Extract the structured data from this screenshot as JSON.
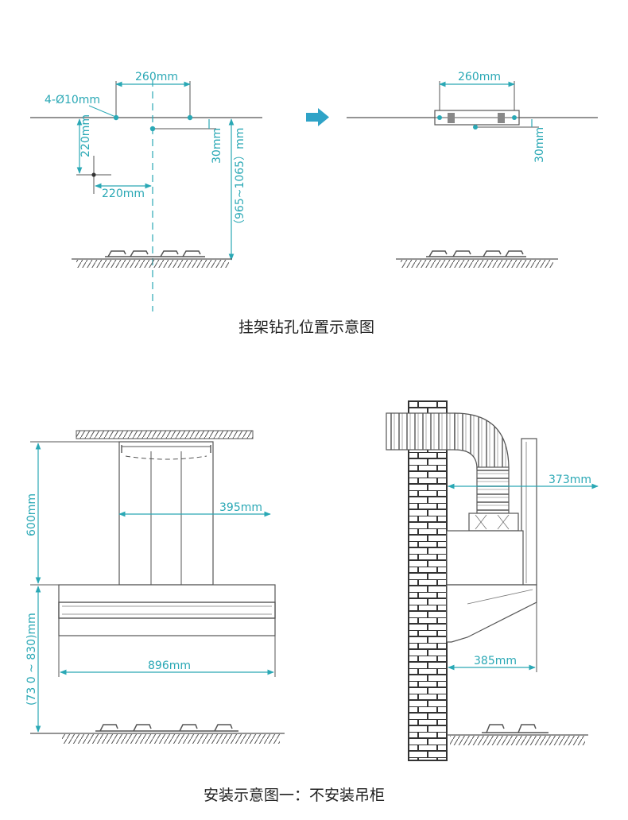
{
  "colors": {
    "dimension": "#2aa8b5",
    "line": "#555555",
    "arrow": "#2fa3c7",
    "brick_fill": "#ffffff",
    "brick_stroke": "#333333"
  },
  "top_section": {
    "left_diagram": {
      "hole_spacing": "260mm",
      "hole_spec": "4-Ø10mm",
      "vertical_offset": "220mm",
      "horizontal_offset": "220mm",
      "hole_drop": "30mm",
      "height_range": "（965~1065）mm"
    },
    "arrow_icon": "right-arrow-icon",
    "right_diagram": {
      "bracket_width": "260mm",
      "bracket_drop": "30mm"
    },
    "caption": "挂架钻孔位置示意图"
  },
  "bottom_section": {
    "front_view": {
      "chimney_height": "600mm",
      "chimney_width": "395mm",
      "body_width": "896mm",
      "mount_height": "(73 0 ~ 830)mm"
    },
    "side_view": {
      "top_depth": "373mm",
      "bottom_depth": "385mm"
    },
    "caption": "安装示意图一：不安装吊柜"
  }
}
